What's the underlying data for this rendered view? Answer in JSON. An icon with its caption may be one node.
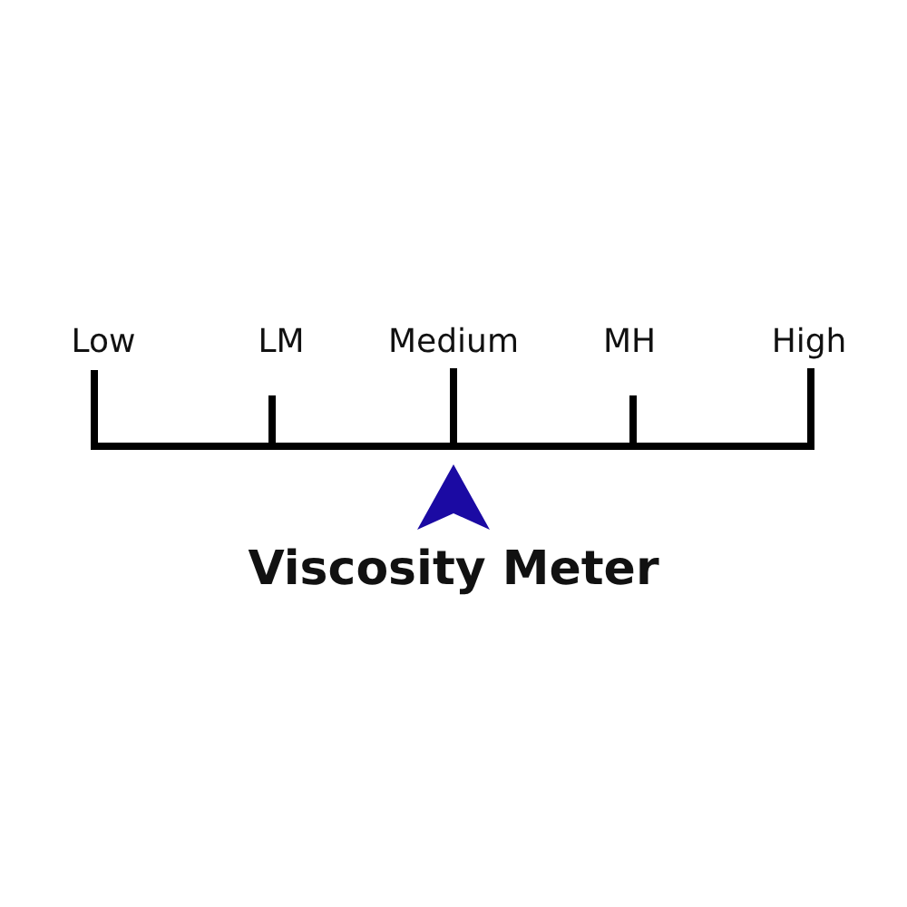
{
  "diagram": {
    "title": "Viscosity Meter",
    "labels": [
      "Low",
      "LM",
      "Medium",
      "MH",
      "High"
    ]
  }
}
